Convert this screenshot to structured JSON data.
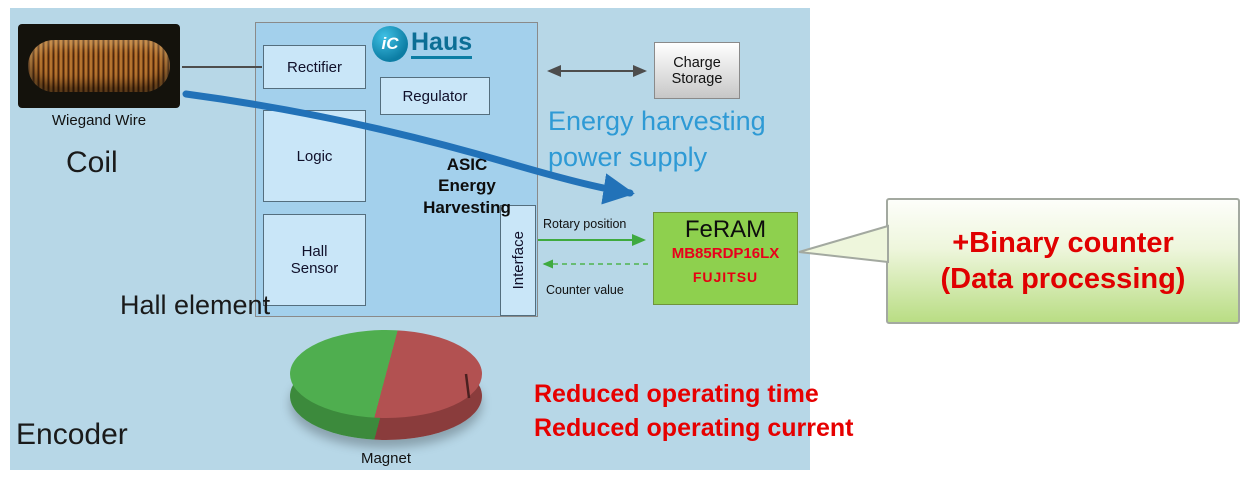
{
  "coil": {
    "caption": "Wiegand Wire",
    "label": "Coil"
  },
  "asic": {
    "logo_ic": "iC",
    "logo_haus": "Haus",
    "title": "ASIC\nEnergy\nHarvesting",
    "rectifier": "Rectifier",
    "regulator": "Regulator",
    "logic": "Logic",
    "hall_sensor": "Hall\nSensor",
    "interface": "Interface"
  },
  "charge_storage": {
    "label": "Charge\nStorage"
  },
  "energy": {
    "line1": "Energy harvesting",
    "line2": "power supply"
  },
  "signals": {
    "rotary": "Rotary position",
    "counter": "Counter value"
  },
  "feram": {
    "name": "FeRAM",
    "part": "MB85RDP16LX",
    "brand": "FUJITSU"
  },
  "callout": {
    "line1": "+Binary counter",
    "line2": "(Data processing)"
  },
  "labels": {
    "hall_element": "Hall element",
    "encoder": "Encoder",
    "magnet": "Magnet"
  },
  "notes": {
    "line1": "Reduced operating time",
    "line2": "Reduced operating current"
  },
  "colors": {
    "panel_blue": "#b7d7e7",
    "asic_block_blue": "#a3d0ec",
    "inner_block_blue": "#c9e6f8",
    "energy_text_blue": "#2e9ad5",
    "power_arrow_blue": "#2272b8",
    "signal_green": "#3faa3f",
    "feram_green": "#8ed04e",
    "alert_red": "#e60000",
    "pie_green": "#4fae4f",
    "pie_red": "#b25151"
  }
}
